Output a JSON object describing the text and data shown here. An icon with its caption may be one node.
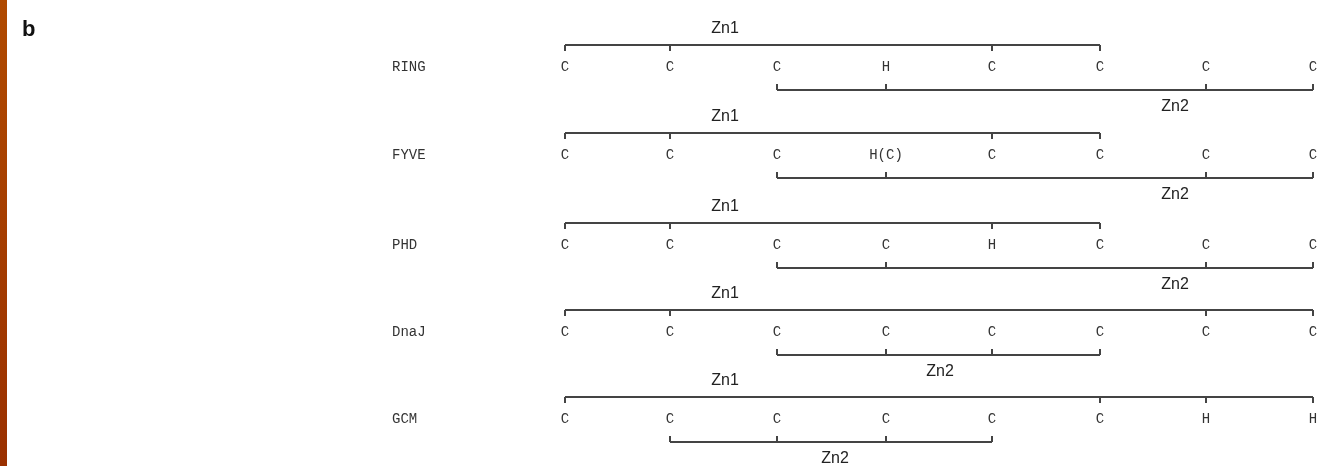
{
  "diagram": {
    "labels": [
      "b",
      "Zn1",
      "RING",
      "C",
      "C",
      "C",
      "H",
      "C",
      "C",
      "C",
      "C",
      "Zn2",
      "Zn1",
      "FYVE",
      "C",
      "C",
      "C",
      "H(C)",
      "C",
      "C",
      "C",
      "C",
      "Zn2",
      "Zn1",
      "PHD",
      "C",
      "C",
      "C",
      "C",
      "H",
      "C",
      "C",
      "C",
      "Zn2",
      "Zn1",
      "DnaJ",
      "C",
      "C",
      "C",
      "C",
      "C",
      "C",
      "C",
      "C",
      "Zn2",
      "Zn1",
      "GCM",
      "C",
      "C",
      "C",
      "C",
      "C",
      "C",
      "H",
      "H",
      "Zn2"
    ]
  }
}
